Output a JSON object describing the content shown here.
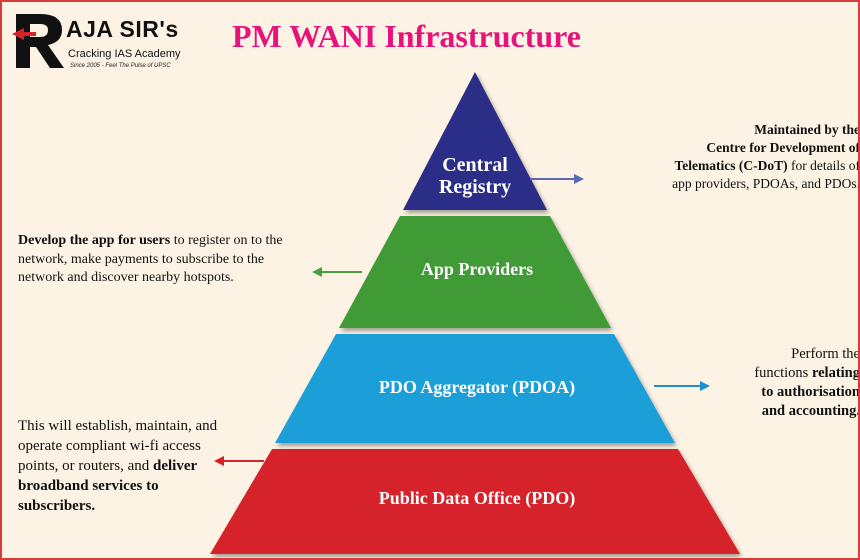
{
  "logo": {
    "brand": "AJA SIR's",
    "tagline": "Cracking IAS Academy",
    "since": "Since 2005 - Feel The Pulse of UPSC"
  },
  "title": "PM WANI Infrastructure",
  "levels": {
    "central": "Central Registry",
    "central_line1": "Central",
    "central_line2": "Registry",
    "app": "App Providers",
    "pdoa": "PDO Aggregator (PDOA)",
    "pdo": "Public Data Office (PDO)"
  },
  "notes": {
    "central_registry": {
      "bold": "Maintained by the Centre for Development of Telematics (C-DoT)",
      "line1": "Maintained by the",
      "line2": "Centre for Development of",
      "line3_bold": "Telematics (C-DoT)",
      "line3_rest": " for details of",
      "line4": "app providers, PDOAs, and PDOs."
    },
    "app_providers": {
      "bold": "Develop the app for users",
      "rest": " to register on to the network, make payments to subscribe to the network and discover nearby hotspots."
    },
    "pdoa": {
      "line1": "Perform the",
      "line2_plain": "functions ",
      "line2_bold": "relating",
      "line3": "to authorisation",
      "line4": "and accounting."
    },
    "pdo": {
      "plain": "This will establish, maintain, and operate compliant wi-fi access points, or routers, and ",
      "bold": "deliver broadband services to subscribers."
    }
  },
  "colors": {
    "title": "#e8137a",
    "central": "#2b2f86",
    "app": "#3f9a35",
    "pdoa": "#1e9fd9",
    "pdo": "#d6232a",
    "border": "#d93a3a",
    "background": "#fdf3e4"
  }
}
